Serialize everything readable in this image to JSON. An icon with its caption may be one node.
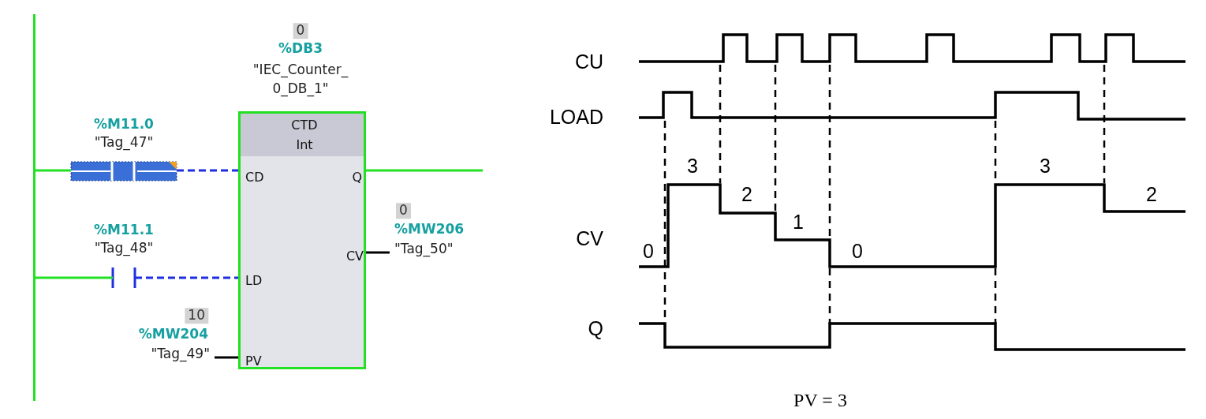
{
  "diagram": {
    "nodes": [
      {
        "text": [],
        "shape": "bar"
      },
      {
        "text": [],
        "shape": "contact",
        "beside": [
          "%M11.0",
          "\"Tag_47\""
        ]
      },
      {
        "text": [],
        "shape": "contact",
        "beside": [
          "%M11.1",
          "\"Tag_48\""
        ]
      },
      {
        "text": [
          "CTD",
          "Int",
          "CD",
          "Q",
          "CV",
          "LD",
          "PV"
        ],
        "beside": [
          "0",
          "%DB3",
          "\"IEC_Counter_ 0_DB_1\""
        ]
      },
      {
        "text": [
          "\"Tag_50\""
        ],
        "beside": [
          "0",
          "%MW206"
        ]
      },
      {
        "text": [
          "\"Tag_49\""
        ],
        "beside": [
          "10",
          "%MW204"
        ]
      }
    ],
    "edges": [
      {
        "from": 0,
        "to": 1,
        "arrow": "none"
      },
      {
        "from": 1,
        "to": 3,
        "arrow": "none",
        "style": "dashed",
        "color": "#1e2ee0"
      },
      {
        "from": 0,
        "to": 2,
        "arrow": "none"
      },
      {
        "from": 2,
        "to": 3,
        "arrow": "none",
        "style": "dashed",
        "color": "#1e2ee0"
      },
      {
        "from": 3,
        "to": null,
        "arrow": "none"
      },
      {
        "from": 3,
        "to": 4,
        "arrow": "none",
        "color": "#000000"
      },
      {
        "from": 5,
        "to": 3,
        "arrow": "none",
        "color": "#000000"
      }
    ],
    "labels": [
      "CU",
      "LOAD",
      "3",
      "2",
      "3",
      "2",
      "CV",
      "0",
      "1",
      "0",
      "Q",
      "PV = 3"
    ]
  }
}
